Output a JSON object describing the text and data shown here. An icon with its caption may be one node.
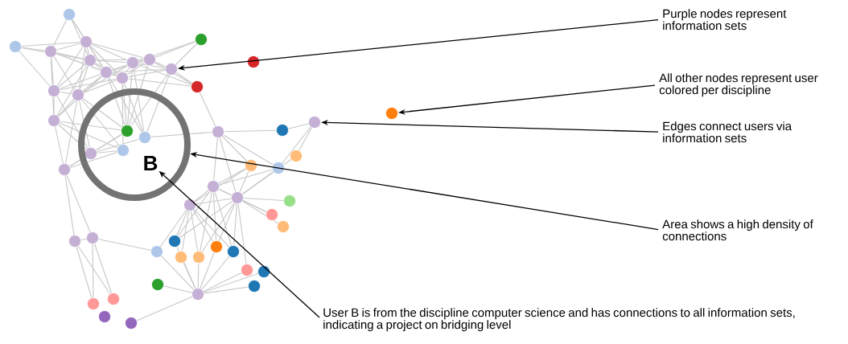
{
  "diagram": {
    "nodes": [
      {
        "text": [],
        "shape": "circle"
      },
      {
        "text": [
          "B"
        ],
        "in": 0
      },
      {
        "text": [],
        "shape": "circle"
      },
      {
        "text": [],
        "shape": "circle"
      },
      {
        "text": [],
        "shape": "circle"
      },
      {
        "text": [
          "Purple nodes represent information sets"
        ]
      },
      {
        "text": [
          "All other nodes represent user colored per discipline"
        ]
      },
      {
        "text": [
          "Edges connect users via information sets"
        ]
      },
      {
        "text": [
          "Area shows a high density of connections"
        ]
      },
      {
        "text": [
          "User B is from the discipline computer science and has connections to all information sets, indicating a project on bridging level"
        ]
      }
    ],
    "edges": [
      {
        "from": 5,
        "to": 2,
        "arrow": "to"
      },
      {
        "from": 6,
        "to": 3,
        "arrow": "to"
      },
      {
        "from": 7,
        "to": 4,
        "arrow": "to"
      },
      {
        "from": 8,
        "to": 0,
        "arrow": "to"
      },
      {
        "from": 9,
        "to": 1,
        "arrow": "to"
      }
    ]
  }
}
